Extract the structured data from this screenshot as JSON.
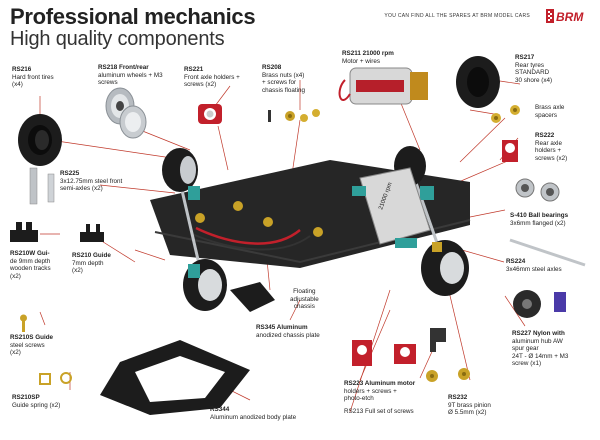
{
  "header": {
    "title": "Professional mechanics",
    "subtitle": "High quality components",
    "tagline": "YOU CAN FIND ALL THE SPARES AT BRM MODEL CARS",
    "logo_text": "BRM"
  },
  "parts": [
    {
      "code": "RS216",
      "lines": [
        "Hard front tires",
        "(x4)"
      ]
    },
    {
      "code": "RS218 Front/rear",
      "lines": [
        "aluminum wheels + M3",
        "screws"
      ]
    },
    {
      "code": "RS221",
      "lines": [
        "Front axle holders +",
        "screws (x2)"
      ]
    },
    {
      "code": "RS208",
      "lines": [
        "Brass nuts (x4)",
        "+ screws for",
        "chassis floating"
      ]
    },
    {
      "code": "RS211 21000 rpm",
      "lines": [
        "Motor + wires"
      ]
    },
    {
      "code": "RS217",
      "lines": [
        "Rear tyres",
        "STANDARD",
        "30 shore (x4)"
      ]
    },
    {
      "code": "",
      "lines": [
        "Brass axle",
        "spacers"
      ]
    },
    {
      "code": "RS222",
      "lines": [
        "Rear axle",
        "holders +",
        "screws (x2)"
      ]
    },
    {
      "code": "RS225",
      "lines": [
        "3x12.75mm steel front",
        "semi-axles (x2)"
      ]
    },
    {
      "code": "S-410 Ball bearings",
      "lines": [
        "3x6mm flanged (x2)"
      ]
    },
    {
      "code": "RS210W Gui-",
      "lines": [
        "de 9mm depth",
        "wooden tracks",
        "(x2)"
      ]
    },
    {
      "code": "RS210 Guide",
      "lines": [
        "7mm depth",
        "(x2)"
      ]
    },
    {
      "code": "RS224",
      "lines": [
        "3x46mm steel axles"
      ]
    },
    {
      "code": "",
      "lines": [
        "Floating",
        "adjustable",
        "chassis"
      ]
    },
    {
      "code": "RS345 Aluminum",
      "lines": [
        "anodized chassis plate"
      ]
    },
    {
      "code": "RS210S Guide",
      "lines": [
        "steel screws",
        "(x2)"
      ]
    },
    {
      "code": "RS227 Nylon with",
      "lines": [
        "aluminum hub AW",
        "spur gear",
        "24T - Ø 14mm + M3",
        "screw (x1)"
      ]
    },
    {
      "code": "RS210SP",
      "lines": [
        "Guide spring (x2)"
      ]
    },
    {
      "code": "RS223 Aluminum motor",
      "lines": [
        "holders + screws +",
        "photo-etch"
      ]
    },
    {
      "code": "RS232",
      "lines": [
        "9T brass pinion",
        "Ø 5.5mm (x2)"
      ]
    },
    {
      "code": "",
      "lines": [
        "RS213 Full set of screws"
      ]
    },
    {
      "code": "RS344",
      "lines": [
        "Aluminum anodized body plate"
      ]
    }
  ],
  "colors": {
    "chassis": "#262626",
    "tire": "#1c1c1c",
    "rim": "#c8ccd0",
    "teal": "#2f9f9a",
    "red": "#c2202b",
    "brass": "#c9a227",
    "leader": "#c0392b",
    "motor_can": "#d8d8d8"
  }
}
